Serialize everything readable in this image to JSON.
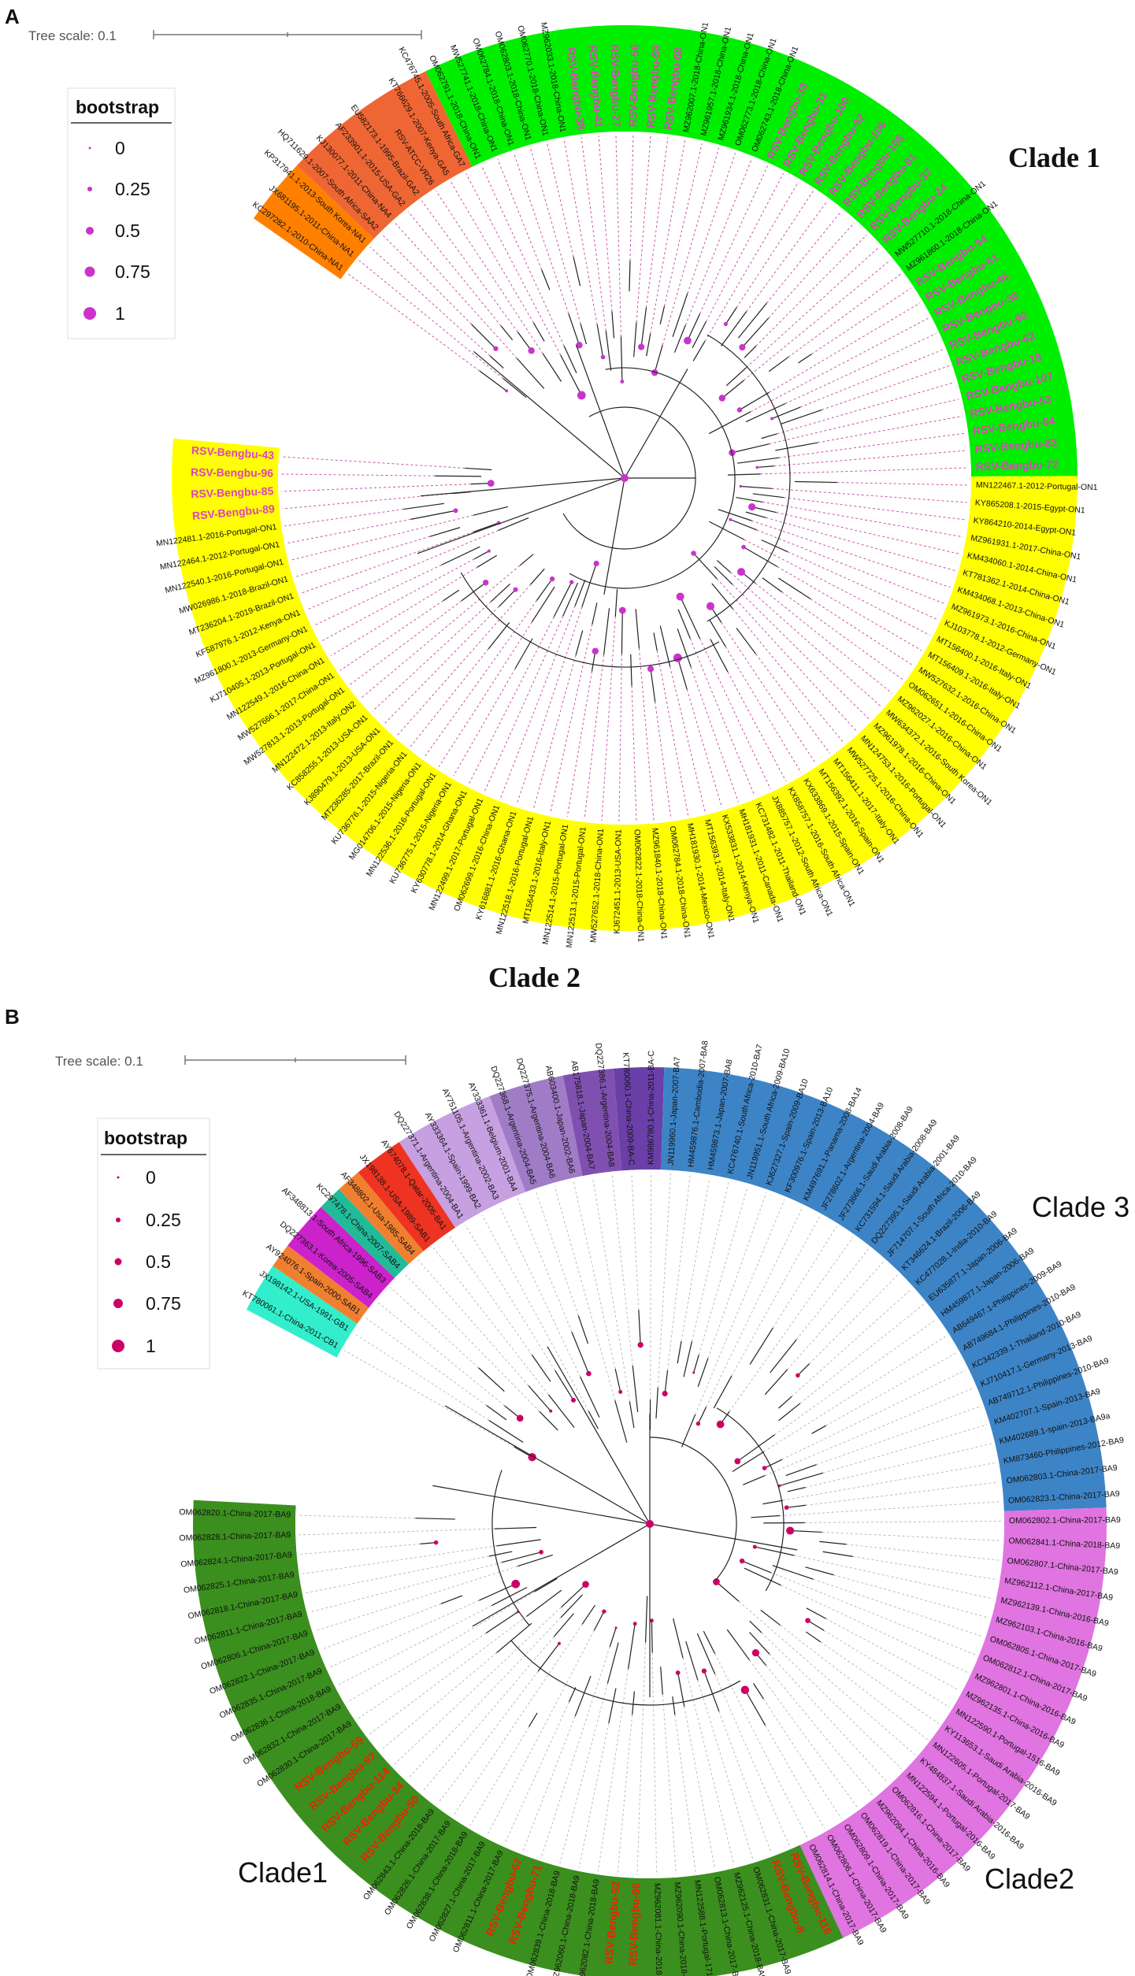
{
  "panel_a": {
    "letter": "A",
    "tree_scale": "Tree scale: 0.1",
    "legend": {
      "title": "bootstrap",
      "items": [
        "0",
        "0.25",
        "0.5",
        "0.75",
        "1"
      ],
      "color": "#cc33cc"
    },
    "clade_labels": [
      "Clade 1",
      "Clade 2"
    ],
    "colors": {
      "green": "#00ee00",
      "yellow": "#ffff00",
      "orange": "#ff8000",
      "dark_orange": "#ee6633",
      "highlight": "#dd44bb",
      "text": "#111111"
    },
    "groups": [
      {
        "color": "orange",
        "labels": [
          "KC297282.1-2010-China-NA1",
          "JX681195.1-2011-China-NA1",
          "KP317941.1-2013-South Korea-NA1"
        ]
      },
      {
        "color": "dark_orange",
        "labels": [
          "HQ711629.1-2007-South Africa-SAA2",
          "KJ130077.1-2011-China-NA4",
          "AF233901.1-2015-USA-GA2",
          "EU582173.1-1995-Brazil-GA2",
          "RSV-ATCC-VR26",
          "KT766629.1-2007-Kenya-GA5",
          "KC476745.1-2005-South Africa-GA7"
        ]
      },
      {
        "color": "green",
        "labels": [
          "OM062791.1-2018-China-ON1",
          "MW527741.1-2018-China-ON1",
          "OM062784.1-2018-China-ON1",
          "OM062803.1-2018-China-ON1",
          "OM062770.1-2018-China-ON1",
          "MZ962033.1-2018-China-ON1",
          "RSV-Bengbu-38",
          "RSV-Bengbu-41",
          "RSV-Bengbu-27",
          "RSV-Bengbu-56",
          "RSV-Bengbu-59",
          "RSV-Bengbu-68",
          "MZ962007.1-2018-China-ON1",
          "MZ961957.1-2018-China-ON1",
          "MZ961934.1-2018-China-ON1",
          "OM062773.1-2018-China-ON1",
          "OM062743.1-2018-China-ON1",
          "RSV-Bengbu-33",
          "RSV-Bengbu-31",
          "RSV-Bengbu-100",
          "RSV-Bengbu-92",
          "RSV-Bengbu-106",
          "RSV-Bengbu-108",
          "RSV-Bengbu-81",
          "RSV-Bengbu-37",
          "RSV-Bengbu-24",
          "MW527710.1-2018-China-ON1",
          "MZ961860.1-2018-China-ON1",
          "RSV-Bengbu-94",
          "RSV-Bengbu-61",
          "RSV-Bengbu-46",
          "RSV-Bengbu-36",
          "RSV-Bengbu-90",
          "RSV-Bengbu-62",
          "RSV-Bengbu-18",
          "RSV-Bengbu-107",
          "RSV-Bengbu-53",
          "RSV-Bengbu-64",
          "RSV-Bengbu-83",
          "RSV-Bengbu-72"
        ]
      },
      {
        "color": "yellow",
        "labels": [
          "MN122467.1-2012-Portugal-ON1",
          "KY865208.1-2015-Egypt-ON1",
          "KY864210-2014-Egypt-ON1",
          "MZ961931.1-2017-China-ON1",
          "KM434060.1-2014-China-ON1",
          "KT781362.1-2014-China-ON1",
          "KM434068.1-2013-China-ON1",
          "MZ961973.1-2016-China-ON1",
          "KJ103778.1-2012-Germany-ON1",
          "MT156400.1-2016-Italy-ON1",
          "MT156409.1-2016-Italy-ON1",
          "MW527632.1-2016-China-ON1",
          "OM062651.1-2016-China-ON1",
          "MZ962027.1-2016-China-ON1",
          "MW634372.1-2016-South Korea-ON1",
          "MZ961978.1-2016-China-ON1",
          "MN124753.1-2016-Portugal-ON1",
          "MW527725.1-2016-China-ON1",
          "MT156411.1-2017-Italy-ON1",
          "MT156392.1-2016-Spain-ON1",
          "KX633869.1-2015-Spain-ON1",
          "KX858757.1-2016-South Africa-ON1",
          "JX885757.1-2012-South Africa-ON1",
          "KC731482.1-2011-Thailand-ON1",
          "MH181931.1-2011-Canada-ON1",
          "KX533831.1-2014-Kenya-ON1",
          "MT156393.1-2014-Italy-ON1",
          "MH181930.1-2014-Mexico-ON1",
          "OM062784.1-2018-China-ON1",
          "MZ961840.1-2018-China-ON1",
          "OM062822.1-2018-China-ON1",
          "KJ672451.1-2013-USA-ON1",
          "MW527652.1-2018-China-ON1",
          "MN122513.1-2015-Portugal-ON1",
          "MN122514.1-2015-Portugal-ON1",
          "MT156433.1-2016-Italy-ON1",
          "MN122518.1-2016-Portugal-ON1",
          "KY616881.1-2016-Ghana-ON1",
          "OM062699.1-2016-China-ON1",
          "MN122499.1-2017-Portugal-ON1",
          "KY630778.1-2014-Ghana-ON1",
          "KU736775.1-2015-Nigeria-ON1",
          "MN122536.1-2016-Portugal-ON1",
          "MG014706.1-2015-Nigeria-ON1",
          "KU736776.1-2015-Nigeria-ON1",
          "MT236285-2017-Brazil-ON1",
          "KJ890479.1-2013-USA-ON1",
          "KC858255.1-2013-USA-ON1",
          "MN122472.1-2013-Italy-ON2",
          "MW527813.1-2013-Portugal-ON1",
          "MW527666.1-2017-China-ON1",
          "MN122549.1-2016-China-ON1",
          "KJ710405.1-2013-Portugal-ON1",
          "MZ961800.1-2013-Germany-ON1",
          "KF587976.1-2012-Kenya-ON1",
          "MT236204.1-2019-Brazil-ON1",
          "MW026986.1-2018-Brazil-ON1",
          "MN122540.1-2016-Portugal-ON1",
          "MN122464.1-2012-Portugal-ON1",
          "MN122481.1-2016-Portugal-ON1",
          "RSV-Bengbu-89",
          "RSV-Bengbu-85",
          "RSV-Bengbu-96",
          "RSV-Bengbu-43"
        ]
      }
    ]
  },
  "panel_b": {
    "letter": "B",
    "tree_scale": "Tree scale: 0.1",
    "legend": {
      "title": "bootstrap",
      "items": [
        "0",
        "0.25",
        "0.5",
        "0.75",
        "1"
      ],
      "color": "#cc0066"
    },
    "clade_labels": [
      "Clade 3",
      "Clade2",
      "Clade1"
    ],
    "colors": {
      "blue": "#3d84c6",
      "pink": "#e074e0",
      "darkgreen": "#3b8f1e",
      "lavender": "#c6a0e0",
      "purple1": "#a07cc6",
      "purple2": "#8050b0",
      "purple3": "#6a40a8",
      "red": "#ee3322",
      "orange": "#f08030",
      "magenta": "#cc22cc",
      "teal": "#22bb99",
      "cyan": "#33eecc",
      "highlight": "#ee2200",
      "text": "#111111"
    },
    "groups": [
      {
        "color": "cyan",
        "labels": [
          "KT780061.1-China-2011-CB1",
          "JX198142.1-USA-1991-GB1"
        ]
      },
      {
        "color": "orange",
        "labels": [
          "AY924076.1-Spain-2000-SAB1"
        ]
      },
      {
        "color": "magenta",
        "labels": [
          "DQ227363.1-Korea-2005-SAB4",
          "AF348813.1-South Africa-1996-SAB3"
        ]
      },
      {
        "color": "teal",
        "labels": [
          "KC297478.1-China-2007-SAB4"
        ]
      },
      {
        "color": "orange",
        "labels": [
          "AF348802.1-Usa-1985-SAB4"
        ]
      },
      {
        "color": "red",
        "labels": [
          "JX198138.1-USA-1989-SAB1",
          "AY674078.1-Qatar-2006-BA1"
        ]
      },
      {
        "color": "lavender",
        "labels": [
          "DQ227371.1-Argentina-2004-BA1",
          "AY333364.1-Spain-1999-BA2",
          "AY751105.1-Argentina-2002-BA3",
          "AY333361.1-Belgium-2001-BA4"
        ]
      },
      {
        "color": "purple1",
        "labels": [
          "DQ227368.1-Argentina-2004-BA5",
          "DQ227375.1-Argentina-2004-BA6",
          "AB603400.1-Japan-2002-BA6"
        ]
      },
      {
        "color": "purple2",
        "labels": [
          "AB175818.1-Japan-2004-BA7",
          "DQ227386.1-Argentina-2004-BA8"
        ]
      },
      {
        "color": "purple3",
        "labels": [
          "KT780060.1-China-2009-BA-C",
          "KM986780.1-China-2011-BA-C"
        ]
      },
      {
        "color": "blue",
        "labels": [
          "JN119960.1-Japan-2007-BA7",
          "HM459876.1-Cambodia-2007-BA8",
          "HM459873.1-Japan-2007-BA8",
          "KC476740.1-South Africa-2010-BA7",
          "JN119951.1-South Africa-2009-BA10",
          "KJ627327.1-Spain-2009-BA10",
          "KF300976.1-Spain-2013-BA10",
          "KM497691.1-Panama-2008-BA14",
          "JF278602.1-Argentina-2004-BA9",
          "JF273666.1-Saudi Arabia-2008-BA9",
          "KC731594.1-Saudi Arabia-2008-BA9",
          "DQ227395.1-Saudi Arabia-2001-BA9",
          "JF714707.1-South Africa-2010-BA9",
          "KT346624.1-Brazil-2006-BA9",
          "KC477028.1-India-2010-BA9",
          "EU635877.1-Japan-2006-BA9",
          "HM459877.1-Japan-2006-BA9",
          "AB649467.1-Philippines-2009-BA9",
          "AB749684.1-Philippines-2010-BA9",
          "KC342339.1-Thailand-2010-BA9",
          "KJ710417.1-Germany-2013-BA9",
          "AB749712.1-Philippines-2010-BA9",
          "KM402707.1-Spain-2013-BA9",
          "KM402689.1-spain-2013-BA9a",
          "KM873460-Philippines-2012-BA9",
          "OM062803.1-China-2017-BA9",
          "OM062823.1-China-2017-BA9"
        ]
      },
      {
        "color": "pink",
        "labels": [
          "OM062802.1-China-2017-BA9",
          "OM062841.1-China-2018-BA9",
          "OM062807.1-China-2017-BA9",
          "MZ962112.1-China-2017-BA9",
          "MZ962139.1-China-2016-BA9",
          "MZ962103.1-China-2016-BA9",
          "OM062805.1-China-2017-BA9",
          "OM062812.1-China-2017-BA9",
          "MZ962801.1-China-2016-BA9",
          "MZ962135.1-China-2016-BA9",
          "MN122590.1-Portugal-1516-BA9",
          "KY113653.1-Saudi Arabia-2016-BA9",
          "MN122605.1-Portugal-2017-BA9",
          "KY484837.1-Saudi Arabia-2016-BA9",
          "MN122594.1-Portugal-2016-BA9",
          "OM062816.1-China-2017-BA9",
          "MZ962094.1-China-2016-BA9",
          "OM062819.1-China-2017-BA9",
          "OM062809.1-China-2017-BA9",
          "OM062806.1-China-2017-BA9",
          "OM062814.1-China-2017-BA9"
        ]
      },
      {
        "color": "darkgreen",
        "labels": [
          "RSV-Bengbu-116",
          "RSV-Bengbu-8",
          "OM062831.1-China-2017-BA9",
          "MZ962125.1-China-2018-BA9",
          "OM062813.1-China-2017-BA9",
          "MN122588.1-Portugal-1718-BA9",
          "MZ962090.1-China-2018-BA9",
          "MZ962081.1-China-2018-BA9",
          "RSV-Bengbu-66",
          "RSV-Bengbu-52",
          "MZ962082.1-China-2018-BA9",
          "MZ962060.1-China-2018-BA9",
          "OM062839.1-China-2018-BA9",
          "RSV-Bengbu-71",
          "RSV-Bengbu-67",
          "OM062811.1-China-2017-BA9",
          "OM062827.1-China-2017-BA9",
          "OM062838.1-China-2018-BA9",
          "OM062826.1-China-2017-BA9",
          "OM062843.1-China-2018-BA9",
          "RSV-Bengbu-50",
          "RSV-Bengbu-34",
          "RSV-Bengbu-114",
          "RSV-Bengbu-97",
          "RSV-Bengbu-59",
          "OM062830.1-China-2017-BA9",
          "OM062832.1-China-2017-BA9",
          "OM062836.1-China-2018-BA9",
          "OM062835.1-China-2017-BA9",
          "OM062822.1-China-2017-BA9",
          "OM062806.1-China-2017-BA9",
          "OM062811.1-China-2017-BA9",
          "OM062818.1-China-2017-BA9",
          "OM062825.1-China-2017-BA9",
          "OM062824.1-China-2017-BA9",
          "OM062828.1-China-2017-BA9",
          "OM062820.1-China-2017-BA9"
        ]
      }
    ]
  }
}
